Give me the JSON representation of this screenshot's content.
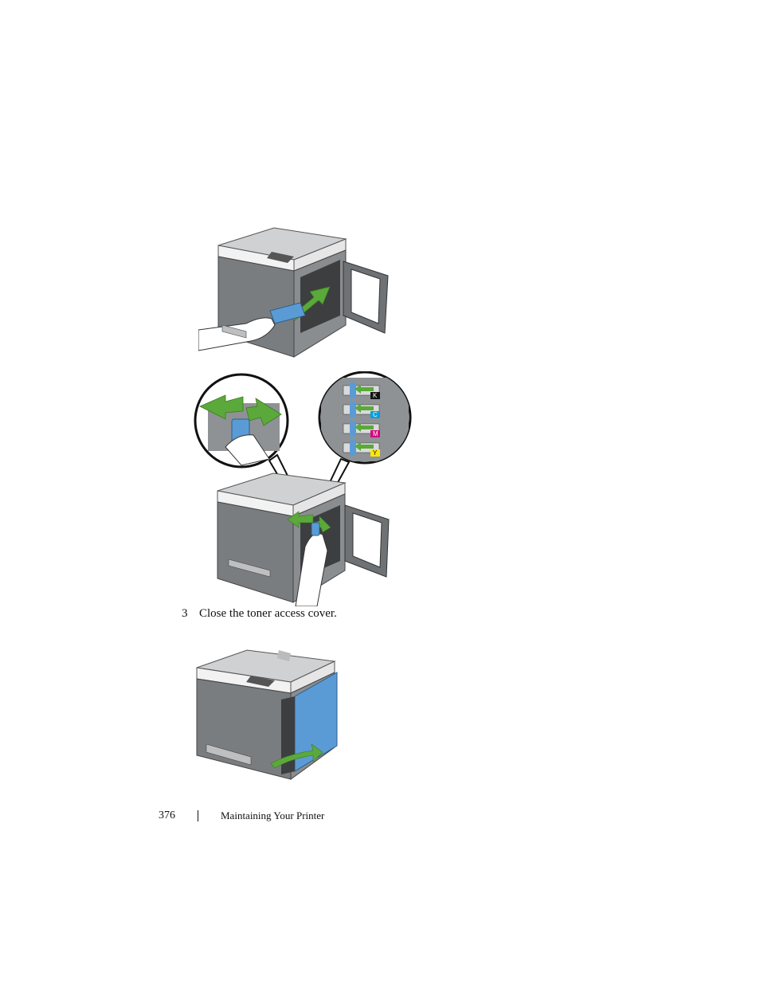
{
  "figures": [
    {
      "id": "fig1",
      "name": "insert-toner-figure"
    },
    {
      "id": "fig2",
      "name": "toner-lock-figure",
      "toner_labels": [
        "K",
        "C",
        "M",
        "Y"
      ],
      "toner_colors": [
        "#111111",
        "#00a0e0",
        "#d6007e",
        "#ffe600"
      ]
    },
    {
      "id": "fig3",
      "name": "close-cover-figure"
    }
  ],
  "step": {
    "number": "3",
    "text": "Close the toner access cover."
  },
  "footer": {
    "page_number": "376",
    "chapter": "Maintaining Your Printer"
  },
  "colors": {
    "arrow": "#5aa93a",
    "cover_blue": "#5b9bd5",
    "printer_body": "#7a7d80"
  }
}
